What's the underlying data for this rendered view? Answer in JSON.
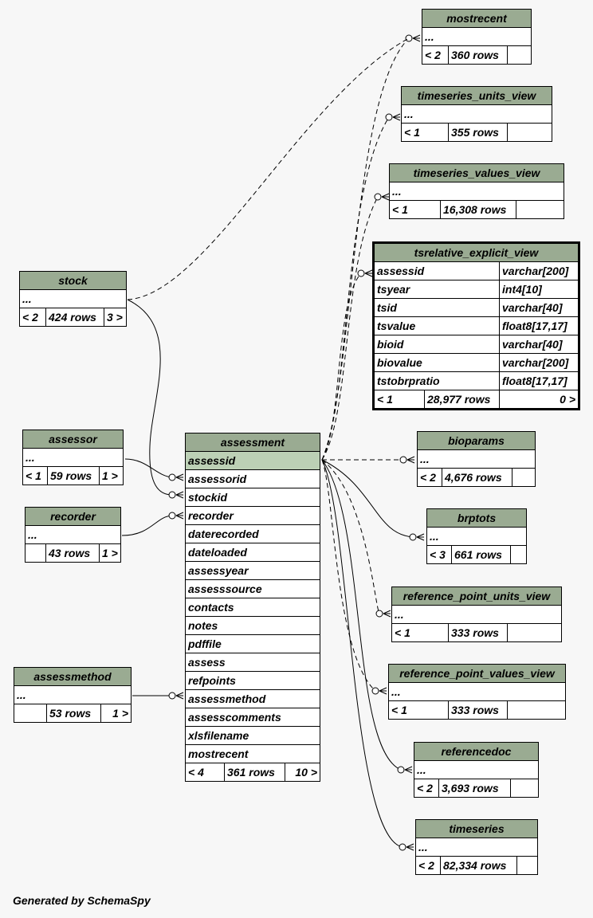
{
  "footer": "Generated by SchemaSpy",
  "colors": {
    "header": "#9aab92",
    "highlight": "#bcd0b5",
    "background": "#f7f7f7"
  },
  "tables": {
    "mostrecent": {
      "name": "mostrecent",
      "ellipsis": "...",
      "parents": "< 2",
      "rows": "360 rows",
      "children": ""
    },
    "timeseries_units_view": {
      "name": "timeseries_units_view",
      "ellipsis": "...",
      "parents": "< 1",
      "rows": "355 rows",
      "children": ""
    },
    "timeseries_values_view": {
      "name": "timeseries_values_view",
      "ellipsis": "...",
      "parents": "< 1",
      "rows": "16,308 rows",
      "children": ""
    },
    "tsrelative_explicit_view": {
      "name": "tsrelative_explicit_view",
      "columns": [
        {
          "name": "assessid",
          "type": "varchar[200]"
        },
        {
          "name": "tsyear",
          "type": "int4[10]"
        },
        {
          "name": "tsid",
          "type": "varchar[40]"
        },
        {
          "name": "tsvalue",
          "type": "float8[17,17]"
        },
        {
          "name": "bioid",
          "type": "varchar[40]"
        },
        {
          "name": "biovalue",
          "type": "varchar[200]"
        },
        {
          "name": "tstobrpratio",
          "type": "float8[17,17]"
        }
      ],
      "parents": "< 1",
      "rows": "28,977 rows",
      "children": "0 >"
    },
    "stock": {
      "name": "stock",
      "ellipsis": "...",
      "parents": "< 2",
      "rows": "424 rows",
      "children": "3 >"
    },
    "assessor": {
      "name": "assessor",
      "ellipsis": "...",
      "parents": "< 1",
      "rows": "59 rows",
      "children": "1 >"
    },
    "recorder": {
      "name": "recorder",
      "ellipsis": "...",
      "parents": "",
      "rows": "43 rows",
      "children": "1 >"
    },
    "assessmethod": {
      "name": "assessmethod",
      "ellipsis": "...",
      "parents": "",
      "rows": "53 rows",
      "children": "1 >"
    },
    "assessment": {
      "name": "assessment",
      "columns": [
        "assessid",
        "assessorid",
        "stockid",
        "recorder",
        "daterecorded",
        "dateloaded",
        "assessyear",
        "assesssource",
        "contacts",
        "notes",
        "pdffile",
        "assess",
        "refpoints",
        "assessmethod",
        "assesscomments",
        "xlsfilename",
        "mostrecent"
      ],
      "parents": "< 4",
      "rows": "361 rows",
      "children": "10 >"
    },
    "bioparams": {
      "name": "bioparams",
      "ellipsis": "...",
      "parents": "< 2",
      "rows": "4,676 rows",
      "children": ""
    },
    "brptots": {
      "name": "brptots",
      "ellipsis": "...",
      "parents": "< 3",
      "rows": "661 rows",
      "children": ""
    },
    "reference_point_units_view": {
      "name": "reference_point_units_view",
      "ellipsis": "...",
      "parents": "< 1",
      "rows": "333 rows",
      "children": ""
    },
    "reference_point_values_view": {
      "name": "reference_point_values_view",
      "ellipsis": "...",
      "parents": "< 1",
      "rows": "333 rows",
      "children": ""
    },
    "referencedoc": {
      "name": "referencedoc",
      "ellipsis": "...",
      "parents": "< 2",
      "rows": "3,693 rows",
      "children": ""
    },
    "timeseries": {
      "name": "timeseries",
      "ellipsis": "...",
      "parents": "< 2",
      "rows": "82,334 rows",
      "children": ""
    }
  }
}
